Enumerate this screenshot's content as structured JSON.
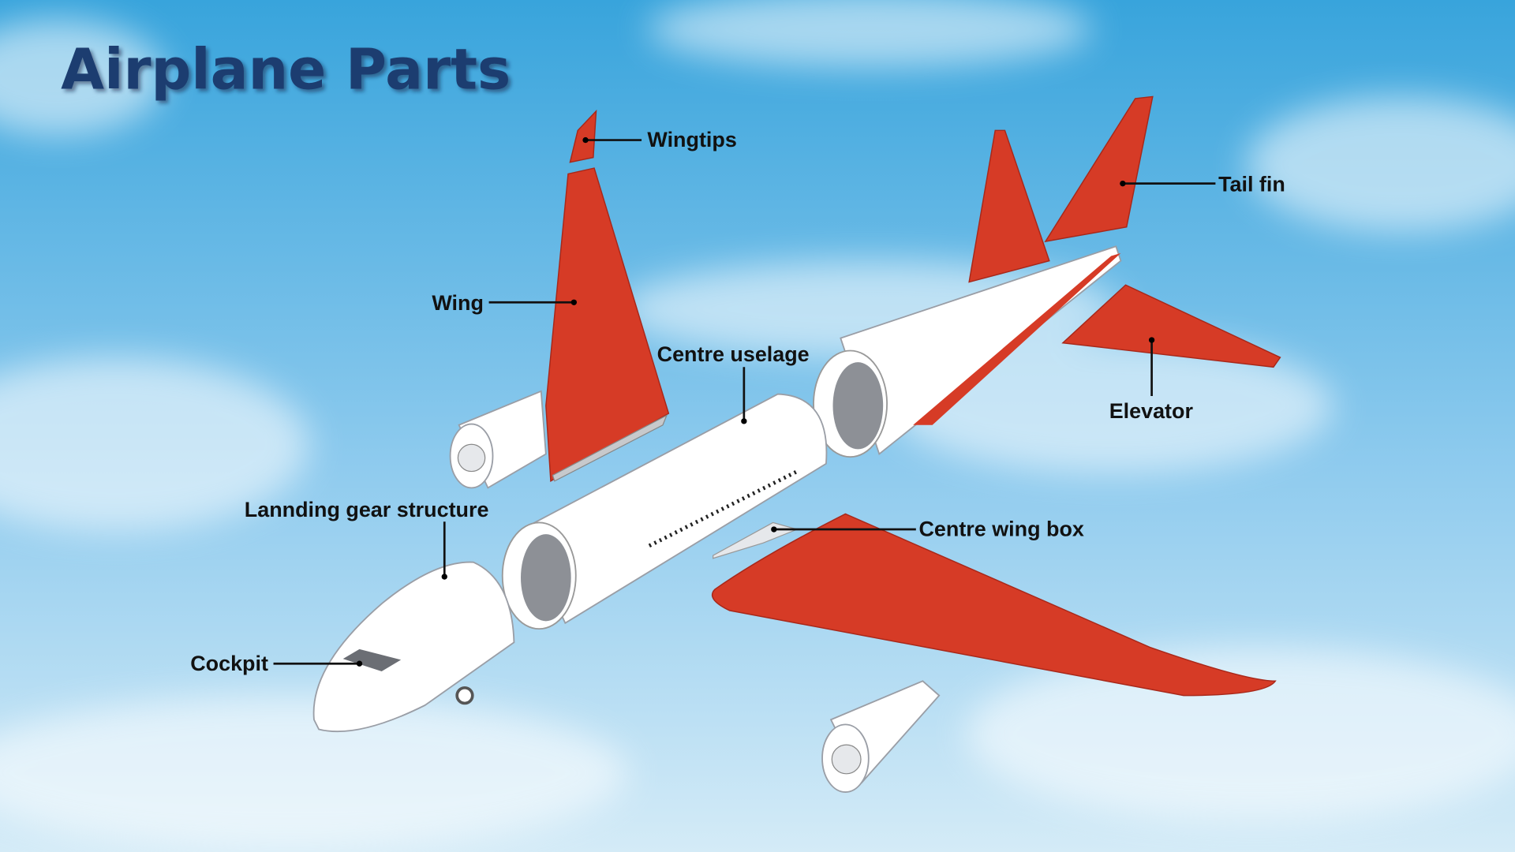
{
  "title": "Airplane Parts",
  "labels": {
    "wingtips": "Wingtips",
    "tail_fin": "Tail fin",
    "wing": "Wing",
    "centre_fuselage": "Centre uselage",
    "elevator": "Elevator",
    "landing_gear": "Lannding gear structure",
    "centre_wing_box": "Centre wing box",
    "cockpit": "Cockpit"
  },
  "colors": {
    "sky_top": "#3aa6dd",
    "sky_bottom": "#cfe8f6",
    "title": "#1b3e70",
    "red": "#d63b26"
  }
}
